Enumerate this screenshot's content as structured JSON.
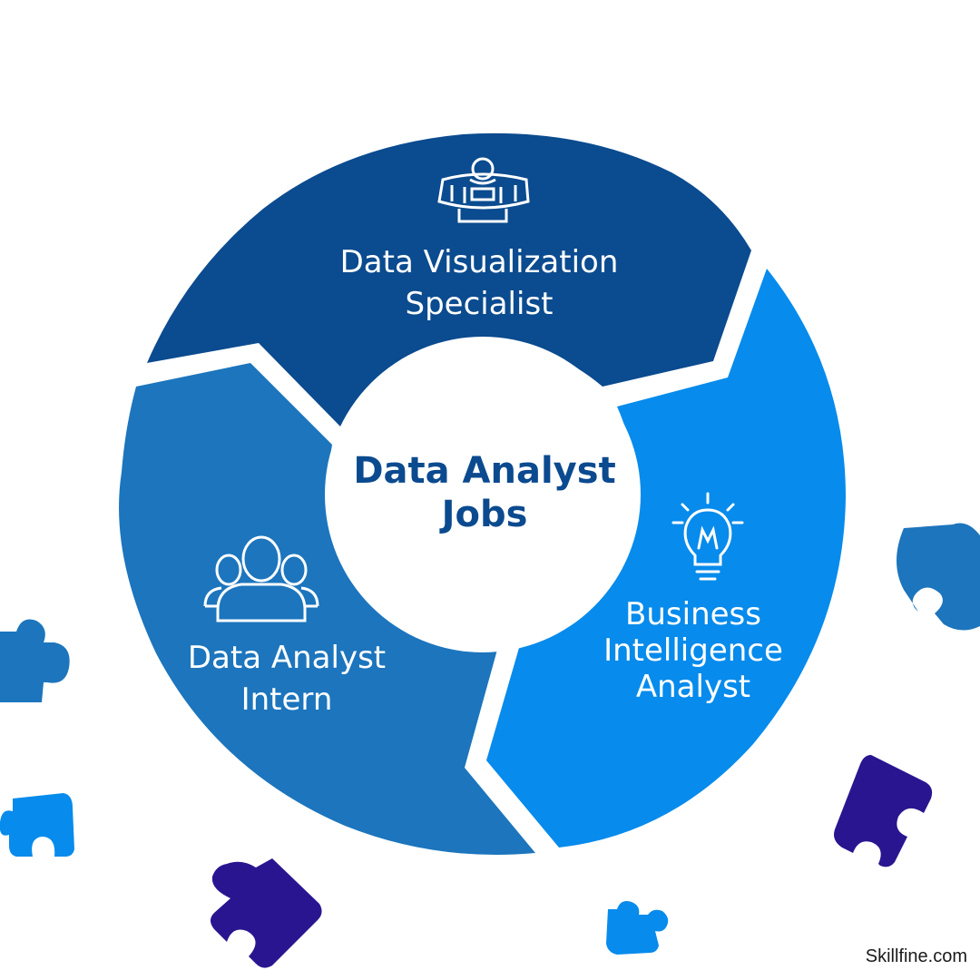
{
  "colors": {
    "segment_top": "#0b4b8f",
    "segment_left": "#1c75bd",
    "segment_right": "#078bec",
    "center_fill": "#ffffff",
    "center_text": "#0b4a8f",
    "puzzle_blue": "#1c75bd",
    "puzzle_light": "#078bec",
    "puzzle_purple": "#2a1590"
  },
  "center": {
    "title_line1": "Data Analyst",
    "title_line2": "Jobs"
  },
  "segments": {
    "top": {
      "icon": "user-screens-icon",
      "line1": "Data Visualization",
      "line2": "Specialist"
    },
    "right": {
      "icon": "lightbulb-icon",
      "line1": "Business",
      "line2": "Intelligence",
      "line3": "Analyst"
    },
    "left": {
      "icon": "people-group-icon",
      "line1": "Data Analyst",
      "line2": "Intern"
    }
  },
  "footer": {
    "brand": "Skillfine.com"
  }
}
